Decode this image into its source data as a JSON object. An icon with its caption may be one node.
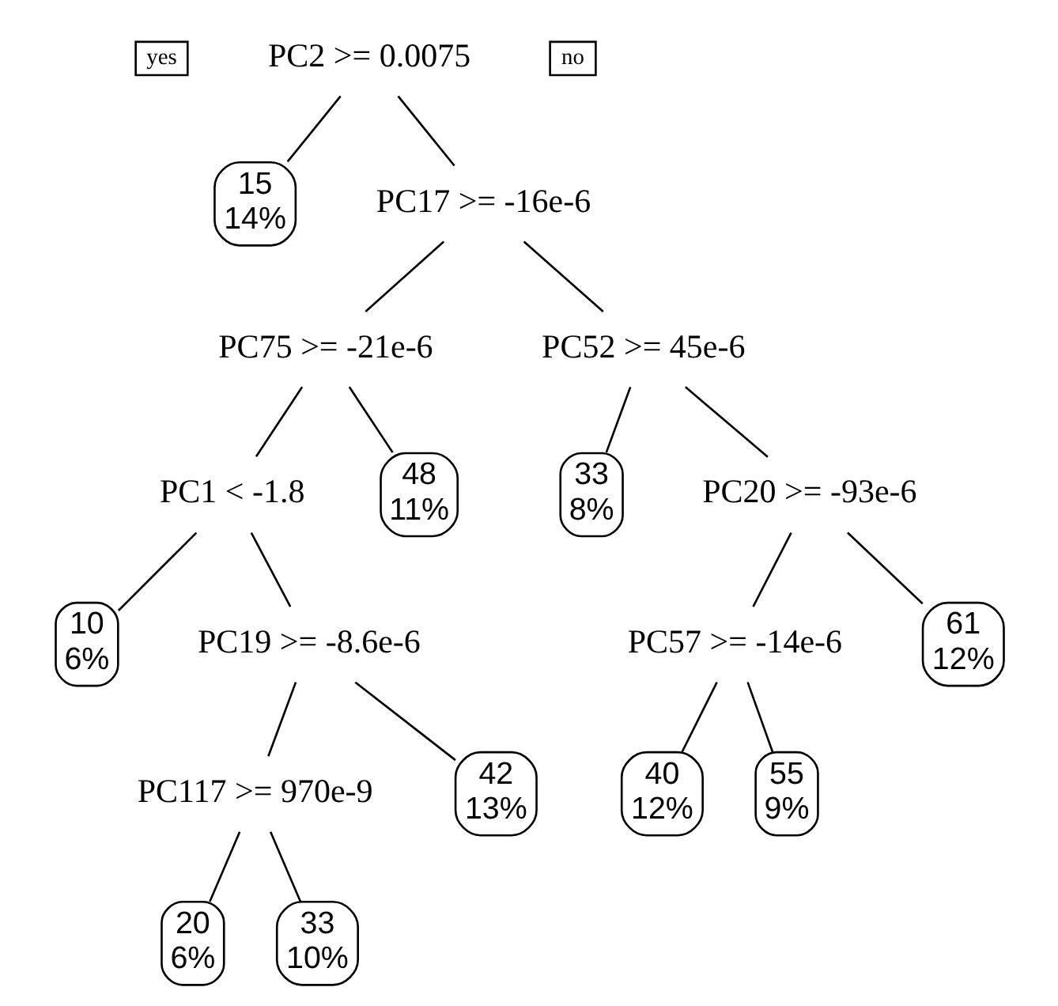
{
  "diagram": {
    "nodes": [
      {
        "text": [
          "yes"
        ]
      },
      {
        "text": [
          "PC2 >= 0.0075"
        ]
      },
      {
        "text": [
          "no"
        ]
      },
      {
        "text": [
          "15",
          "14%"
        ]
      },
      {
        "text": [
          "PC17 >= -16e-6"
        ]
      },
      {
        "text": [
          "PC75 >= -21e-6"
        ]
      },
      {
        "text": [
          "PC52 >= 45e-6"
        ]
      },
      {
        "text": [
          "PC1 < -1.8"
        ]
      },
      {
        "text": [
          "48",
          "11%"
        ]
      },
      {
        "text": [
          "33",
          "8%"
        ]
      },
      {
        "text": [
          "PC20 >= -93e-6"
        ]
      },
      {
        "text": [
          "10",
          "6%"
        ]
      },
      {
        "text": [
          "PC19 >= -8.6e-6"
        ]
      },
      {
        "text": [
          "PC57 >= -14e-6"
        ]
      },
      {
        "text": [
          "61",
          "12%"
        ]
      },
      {
        "text": [
          "PC117 >= 970e-9"
        ]
      },
      {
        "text": [
          "42",
          "13%"
        ]
      },
      {
        "text": [
          "40",
          "12%"
        ]
      },
      {
        "text": [
          "55",
          "9%"
        ]
      },
      {
        "text": [
          "20",
          "6%"
        ]
      },
      {
        "text": [
          "33",
          "10%"
        ]
      }
    ],
    "edges": [
      {
        "from": 1,
        "to": 3,
        "arrow": "none"
      },
      {
        "from": 1,
        "to": 4,
        "arrow": "none"
      },
      {
        "from": 4,
        "to": 5,
        "arrow": "none"
      },
      {
        "from": 4,
        "to": 6,
        "arrow": "none"
      },
      {
        "from": 5,
        "to": 7,
        "arrow": "none"
      },
      {
        "from": 5,
        "to": 8,
        "arrow": "none"
      },
      {
        "from": 6,
        "to": 9,
        "arrow": "none"
      },
      {
        "from": 6,
        "to": 10,
        "arrow": "none"
      },
      {
        "from": 7,
        "to": 11,
        "arrow": "none"
      },
      {
        "from": 7,
        "to": 12,
        "arrow": "none"
      },
      {
        "from": 10,
        "to": 13,
        "arrow": "none"
      },
      {
        "from": 10,
        "to": 14,
        "arrow": "none"
      },
      {
        "from": 12,
        "to": 15,
        "arrow": "none"
      },
      {
        "from": 12,
        "to": 16,
        "arrow": "none"
      },
      {
        "from": 13,
        "to": 17,
        "arrow": "none"
      },
      {
        "from": 13,
        "to": 18,
        "arrow": "none"
      },
      {
        "from": 15,
        "to": 19,
        "arrow": "none"
      },
      {
        "from": 15,
        "to": 20,
        "arrow": "none"
      }
    ]
  }
}
